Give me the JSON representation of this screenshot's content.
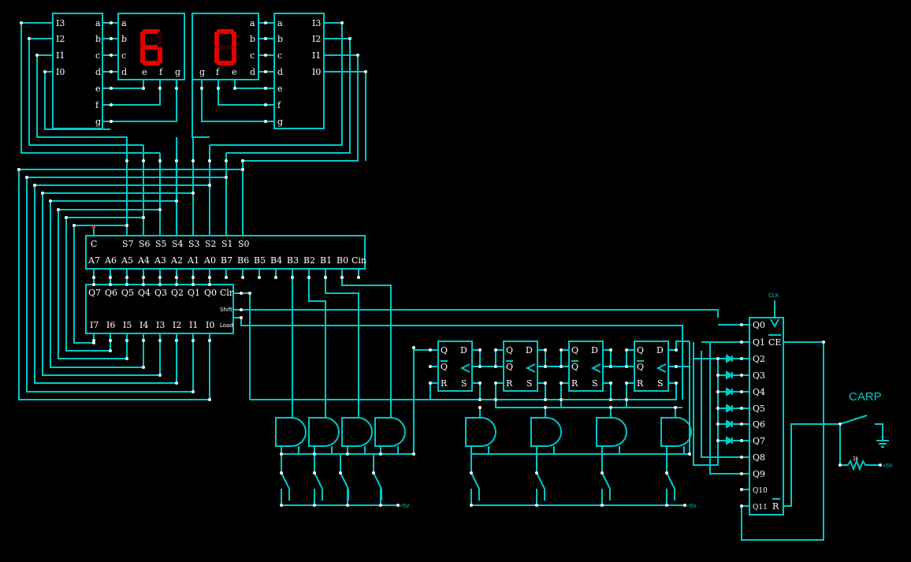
{
  "colors": {
    "wire": "#00c8c8",
    "background": "#000000",
    "segment_on": "#e60000",
    "text": "#ffffff",
    "node": "#ffffff"
  },
  "displays": {
    "left_digit": "6",
    "right_digit": "0"
  },
  "decoder_left": {
    "inputs": [
      "I3",
      "I2",
      "I1",
      "I0"
    ],
    "outputs": [
      "a",
      "b",
      "c",
      "d",
      "e",
      "f",
      "g"
    ]
  },
  "decoder_right": {
    "inputs": [
      "I3",
      "I2",
      "I1",
      "I0"
    ],
    "outputs": [
      "a",
      "b",
      "c",
      "d",
      "e",
      "f",
      "g"
    ]
  },
  "display_left_pins": {
    "left_side": [
      "a",
      "b",
      "c",
      "d"
    ],
    "bottom": [
      "e",
      "f",
      "g"
    ]
  },
  "display_right_pins": {
    "bottom": [
      "g",
      "f",
      "e"
    ],
    "right_side": [
      "a",
      "b",
      "c",
      "d"
    ]
  },
  "adder": {
    "top_labels": [
      "C",
      "S7",
      "S6",
      "S5",
      "S4",
      "S3",
      "S2",
      "S1",
      "S0"
    ],
    "bottom_labels": [
      "A7",
      "A6",
      "A5",
      "A4",
      "A3",
      "A2",
      "A1",
      "A0",
      "B7",
      "B6",
      "B5",
      "B4",
      "B3",
      "B2",
      "B1",
      "B0",
      "Cin"
    ]
  },
  "register": {
    "top_labels": [
      "Q7",
      "Q6",
      "Q5",
      "Q4",
      "Q3",
      "Q2",
      "Q1",
      "Q0"
    ],
    "bottom_labels": [
      "I7",
      "I6",
      "I5",
      "I4",
      "I3",
      "I2",
      "I1",
      "I0"
    ],
    "clr": "Clr",
    "shift": "Shift",
    "load": "Load"
  },
  "flipflop": {
    "q": "Q",
    "qbar": "Q",
    "d": "D",
    "r": "R",
    "s": "S"
  },
  "counter": {
    "outputs": [
      "Q0",
      "Q1",
      "Q2",
      "Q3",
      "Q4",
      "Q5",
      "Q6",
      "Q7",
      "Q8",
      "Q9",
      "Q10",
      "Q11"
    ],
    "ce": "CE",
    "r": "R",
    "clk_label": "CLK"
  },
  "supply_label_1": "+5V",
  "supply_label_2": "+5V",
  "supply_label_3": "+5V",
  "carp_label": "CARP",
  "resistor_label": "1k"
}
